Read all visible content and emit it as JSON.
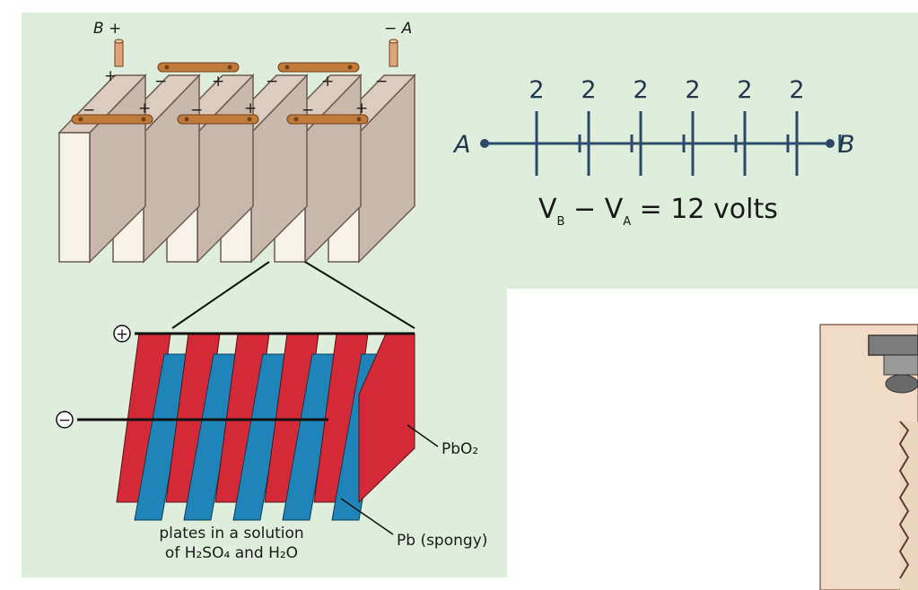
{
  "top_diagram": {
    "terminal_left": "B +",
    "terminal_right": "− A"
  },
  "cell_detail": {
    "plus_symbol": "+",
    "minus_symbol": "−",
    "pbo2_label": "PbO₂",
    "pb_label": "Pb (spongy)",
    "plates_caption_line1": "plates in a solution",
    "plates_caption_line2": "of H₂SO₄ and H₂O"
  },
  "circuit": {
    "left_node": "A",
    "right_node": "B",
    "cell_voltages": [
      "2",
      "2",
      "2",
      "2",
      "2",
      "2"
    ],
    "equation": "Vʙ − Vᴀ = 12 volts",
    "eq_vb": "V",
    "eq_vb_sub": "B",
    "eq_minus": "−",
    "eq_va": "V",
    "eq_va_sub": "A",
    "eq_rest": "= 12 volts"
  },
  "colors": {
    "panel_bg": "#dfeddd",
    "cell_front": "#f7f2ea",
    "cell_side": "#c9b8ac",
    "cell_top": "#dcccc0",
    "strap": "#c07a3a",
    "plate_red": "#d42a37",
    "plate_blue": "#1f85b8",
    "circuit_line": "#2b4a6a"
  }
}
